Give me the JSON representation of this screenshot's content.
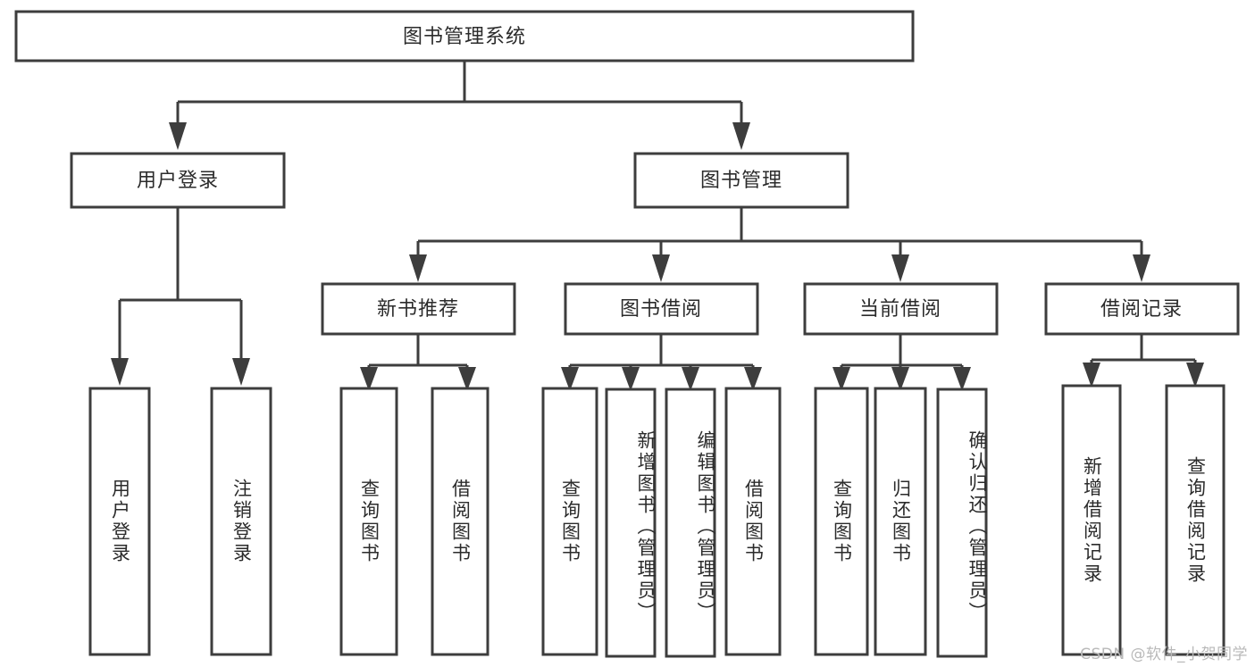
{
  "diagram": {
    "type": "tree-hierarchy",
    "title": "图书管理系统",
    "root": {
      "id": "root",
      "label": "图书管理系统",
      "orientation": "horizontal"
    },
    "level2": [
      {
        "id": "user-login",
        "label": "用户登录",
        "orientation": "horizontal"
      },
      {
        "id": "book-manage",
        "label": "图书管理",
        "orientation": "horizontal"
      }
    ],
    "level3": [
      {
        "id": "new-book-recommend",
        "label": "新书推荐",
        "parent": "book-manage",
        "orientation": "horizontal"
      },
      {
        "id": "book-borrow",
        "label": "图书借阅",
        "parent": "book-manage",
        "orientation": "horizontal"
      },
      {
        "id": "current-borrow",
        "label": "当前借阅",
        "parent": "book-manage",
        "orientation": "horizontal"
      },
      {
        "id": "borrow-record",
        "label": "借阅记录",
        "parent": "book-manage",
        "orientation": "horizontal"
      }
    ],
    "leaves": [
      {
        "id": "leaf-user-login",
        "label": "用户登录",
        "parent": "user-login",
        "orientation": "vertical"
      },
      {
        "id": "leaf-user-logout",
        "label": "注销登录",
        "parent": "user-login",
        "orientation": "vertical"
      },
      {
        "id": "leaf-query-book-1",
        "label": "查询图书",
        "parent": "new-book-recommend",
        "orientation": "vertical"
      },
      {
        "id": "leaf-borrow-book-1",
        "label": "借阅图书",
        "parent": "new-book-recommend",
        "orientation": "vertical"
      },
      {
        "id": "leaf-query-book-2",
        "label": "查询图书",
        "parent": "book-borrow",
        "orientation": "vertical"
      },
      {
        "id": "leaf-add-book",
        "label": "新增图书（管理员）",
        "parent": "book-borrow",
        "orientation": "vertical"
      },
      {
        "id": "leaf-edit-book",
        "label": "编辑图书（管理员）",
        "parent": "book-borrow",
        "orientation": "vertical"
      },
      {
        "id": "leaf-borrow-book-2",
        "label": "借阅图书",
        "parent": "book-borrow",
        "orientation": "vertical"
      },
      {
        "id": "leaf-query-book-3",
        "label": "查询图书",
        "parent": "current-borrow",
        "orientation": "vertical"
      },
      {
        "id": "leaf-return-book",
        "label": "归还图书",
        "parent": "current-borrow",
        "orientation": "vertical"
      },
      {
        "id": "leaf-confirm-return",
        "label": "确认归还（管理员）",
        "parent": "current-borrow",
        "orientation": "vertical"
      },
      {
        "id": "leaf-add-record",
        "label": "新增借阅记录",
        "parent": "borrow-record",
        "orientation": "vertical"
      },
      {
        "id": "leaf-query-record",
        "label": "查询借阅记录",
        "parent": "borrow-record",
        "orientation": "vertical"
      }
    ],
    "watermark": "CSDN @软件_小贺同学",
    "colors": {
      "stroke": "#3d3d3d",
      "fill": "#ffffff",
      "text": "#2b2b2b",
      "watermark": "#b9b9b9",
      "background": "#ffffff"
    }
  }
}
